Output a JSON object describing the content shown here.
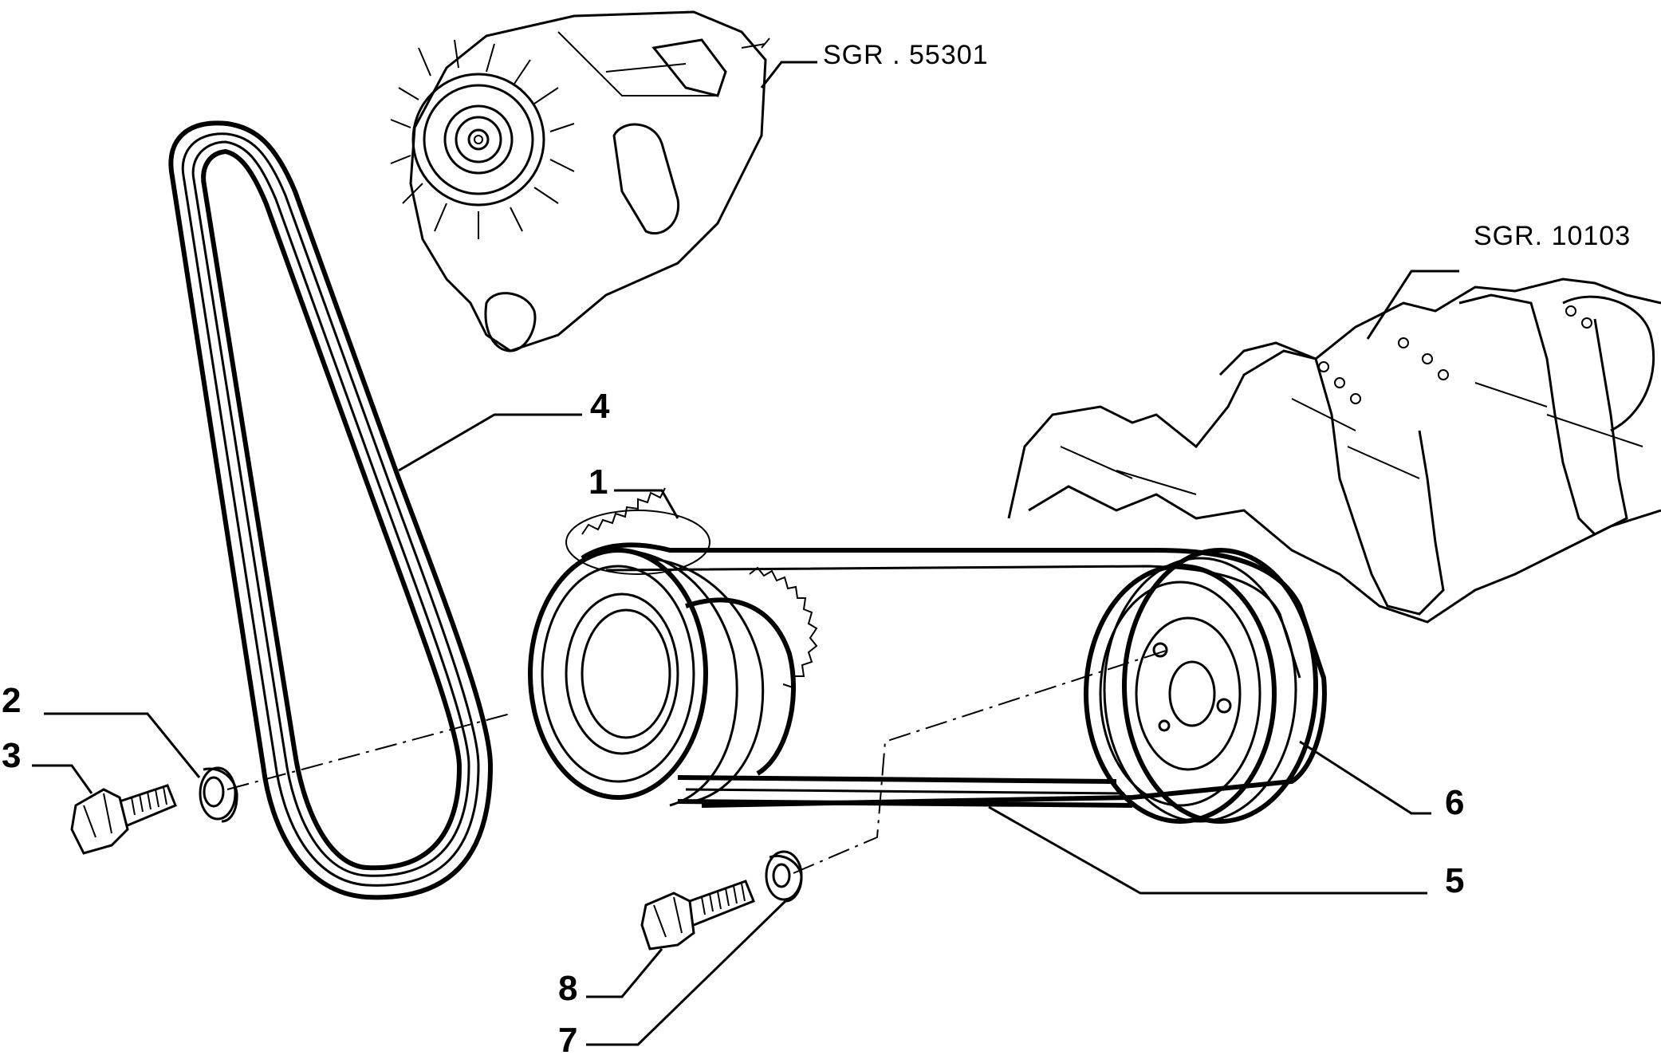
{
  "references": {
    "alternator": "SGR . 55301",
    "crankshaft": "SGR. 10103"
  },
  "callouts": [
    {
      "id": "1",
      "label": "1"
    },
    {
      "id": "2",
      "label": "2"
    },
    {
      "id": "3",
      "label": "3"
    },
    {
      "id": "4",
      "label": "4"
    },
    {
      "id": "5",
      "label": "5"
    },
    {
      "id": "6",
      "label": "6"
    },
    {
      "id": "7",
      "label": "7"
    },
    {
      "id": "8",
      "label": "8"
    }
  ]
}
